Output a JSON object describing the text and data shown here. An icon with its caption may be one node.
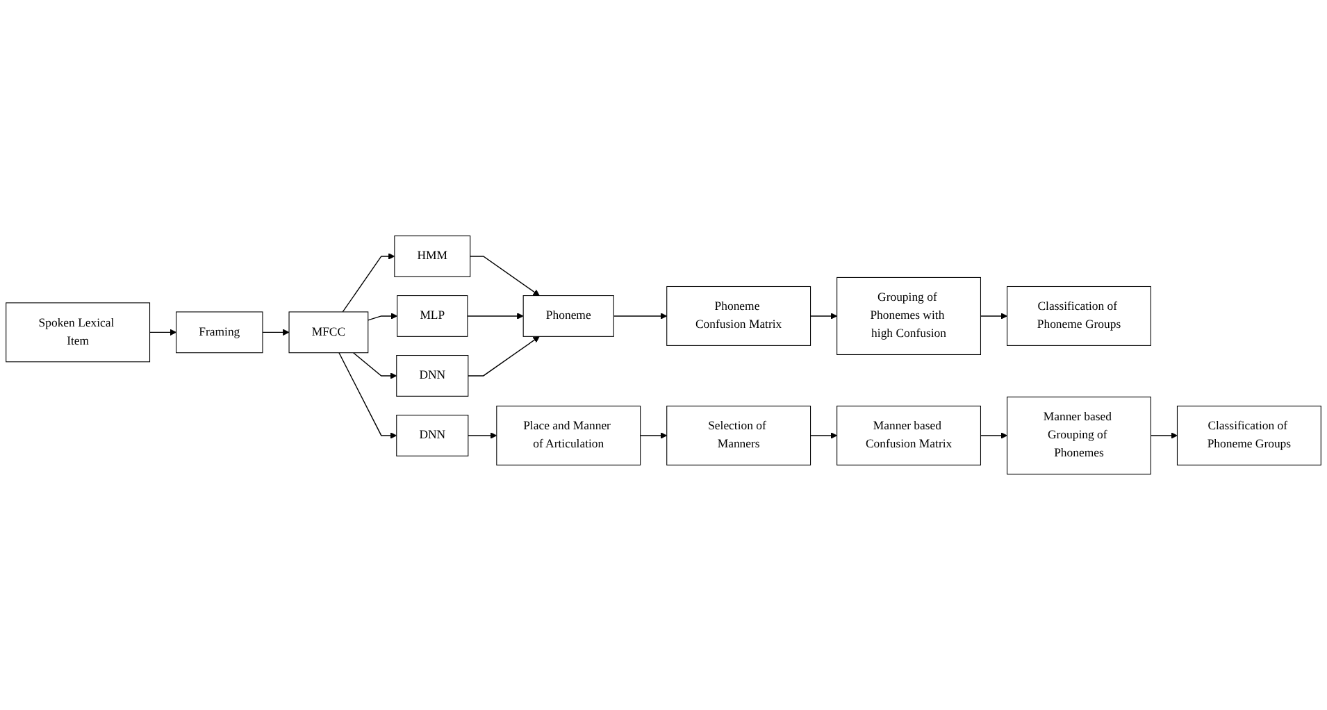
{
  "diagram": {
    "nodes": [
      {
        "text": [
          "Spoken Lexical Item"
        ]
      },
      {
        "text": [
          "Framing"
        ]
      },
      {
        "text": [
          "MFCC"
        ]
      },
      {
        "text": [
          "HMM"
        ]
      },
      {
        "text": [
          "MLP"
        ]
      },
      {
        "text": [
          "DNN"
        ]
      },
      {
        "text": [
          "Phoneme"
        ]
      },
      {
        "text": [
          "Phoneme Confusion Matrix"
        ]
      },
      {
        "text": [
          "DNN"
        ]
      },
      {
        "text": [
          "Grouping of Phonemes with high Confusion"
        ]
      },
      {
        "text": [
          "Place and Manner of Articulation"
        ]
      },
      {
        "text": [
          "Selection of Manners"
        ]
      },
      {
        "text": [
          "Manner based Confusion Matrix"
        ]
      },
      {
        "text": [
          "Classification of Phoneme Groups"
        ]
      },
      {
        "text": [
          "Classification of Phoneme Groups"
        ]
      },
      {
        "text": [
          "Manner based Grouping of Phonemes"
        ]
      }
    ],
    "edges": [
      {
        "from": 0,
        "to": 1,
        "arrow": "to"
      },
      {
        "from": 1,
        "to": 2,
        "arrow": "to"
      },
      {
        "from": 2,
        "to": 3,
        "arrow": "to"
      },
      {
        "from": 2,
        "to": 4,
        "arrow": "to"
      },
      {
        "from": 2,
        "to": 5,
        "arrow": "to"
      },
      {
        "from": 2,
        "to": 8,
        "arrow": "to"
      },
      {
        "from": 3,
        "to": 6,
        "arrow": "to"
      },
      {
        "from": 4,
        "to": 6,
        "arrow": "to"
      },
      {
        "from": 5,
        "to": 6,
        "arrow": "to"
      },
      {
        "from": 6,
        "to": 7,
        "arrow": "to"
      },
      {
        "from": 7,
        "to": 9,
        "arrow": "to"
      },
      {
        "from": 9,
        "to": 13,
        "arrow": "to"
      },
      {
        "from": 8,
        "to": 10,
        "arrow": "to"
      },
      {
        "from": 10,
        "to": 11,
        "arrow": "to"
      },
      {
        "from": 11,
        "to": 12,
        "arrow": "to"
      },
      {
        "from": 12,
        "to": 15,
        "arrow": "to"
      },
      {
        "from": 15,
        "to": 14,
        "arrow": "to"
      }
    ]
  }
}
